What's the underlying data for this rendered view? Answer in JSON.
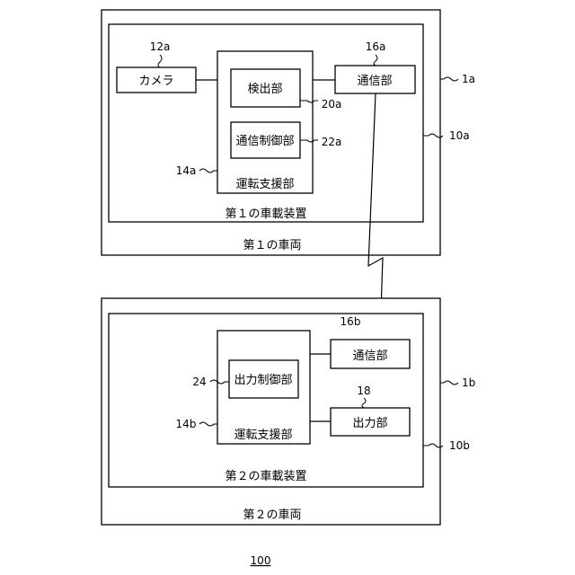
{
  "vehicle_a": {
    "label": "第１の車両",
    "ref": "1a",
    "device": {
      "label": "第１の車載装置",
      "ref": "10a",
      "camera": {
        "label": "カメラ",
        "ref": "12a"
      },
      "driving_support": {
        "label": "運転支援部",
        "ref": "14a",
        "detection": {
          "label": "検出部",
          "ref": "20a"
        },
        "comm_control": {
          "label": "通信制御部",
          "ref": "22a"
        }
      },
      "communication": {
        "label": "通信部",
        "ref": "16a"
      }
    }
  },
  "vehicle_b": {
    "label": "第２の車両",
    "ref": "1b",
    "device": {
      "label": "第２の車載装置",
      "ref": "10b",
      "driving_support": {
        "label": "運転支援部",
        "ref": "14b",
        "output_control": {
          "label": "出力制御部",
          "ref": "24"
        }
      },
      "communication": {
        "label": "通信部",
        "ref": "16b"
      },
      "output": {
        "label": "出力部",
        "ref": "18"
      }
    }
  },
  "figure_ref": "100"
}
